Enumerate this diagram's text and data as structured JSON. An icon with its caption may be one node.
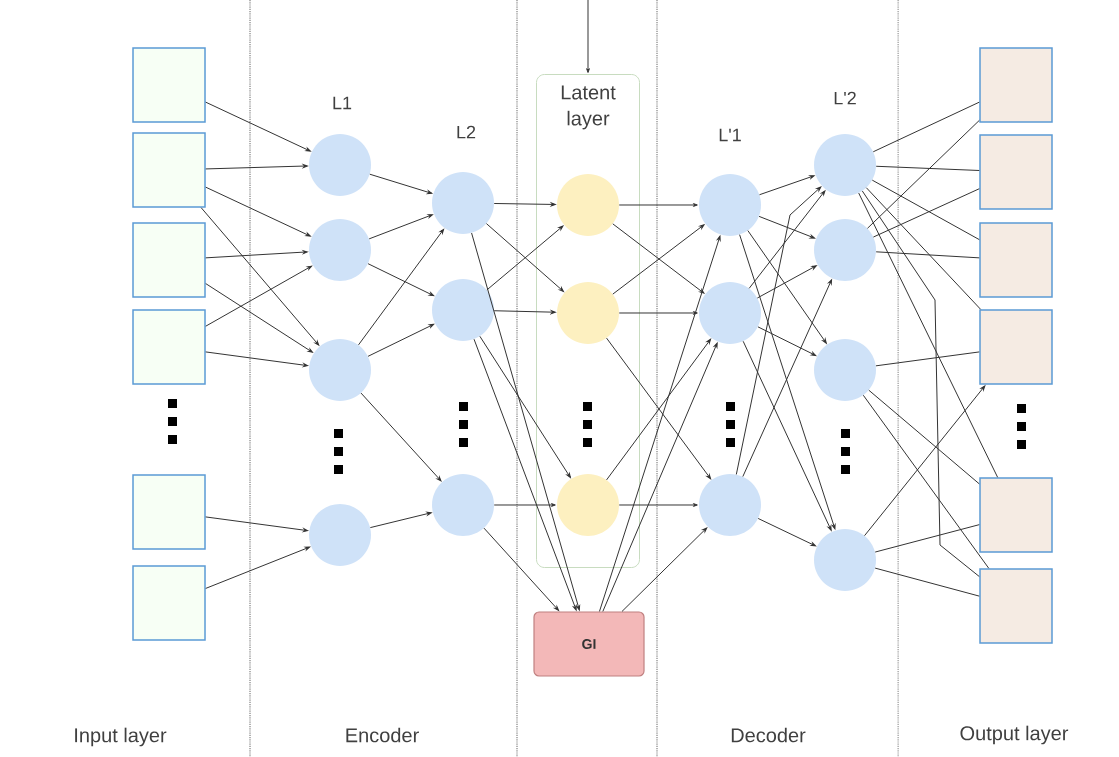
{
  "diagram": {
    "nodes": [
      {
        "text": [],
        "shape": "box"
      },
      {
        "text": [],
        "shape": "box"
      },
      {
        "text": [],
        "shape": "box"
      },
      {
        "text": [],
        "shape": "box"
      },
      {
        "text": [],
        "shape": "box"
      },
      {
        "text": [],
        "shape": "box"
      },
      {
        "text": [],
        "shape": "circle"
      },
      {
        "text": [],
        "shape": "circle"
      },
      {
        "text": [],
        "shape": "circle"
      },
      {
        "text": [],
        "shape": "circle"
      },
      {
        "text": [],
        "shape": "circle"
      },
      {
        "text": [],
        "shape": "circle"
      },
      {
        "text": [],
        "shape": "circle"
      },
      {
        "text": [
          "Latent layer"
        ]
      },
      {
        "text": [],
        "shape": "circle",
        "in": 13
      },
      {
        "text": [],
        "shape": "circle",
        "in": 13
      },
      {
        "text": [],
        "shape": "circle",
        "in": 13
      },
      {
        "text": [
          "GI"
        ]
      },
      {
        "text": [],
        "shape": "circle"
      },
      {
        "text": [],
        "shape": "circle"
      },
      {
        "text": [],
        "shape": "circle"
      },
      {
        "text": [],
        "shape": "circle"
      },
      {
        "text": [],
        "shape": "circle"
      },
      {
        "text": [],
        "shape": "circle"
      },
      {
        "text": [],
        "shape": "circle"
      },
      {
        "text": [],
        "shape": "box"
      },
      {
        "text": [],
        "shape": "box"
      },
      {
        "text": [],
        "shape": "box"
      },
      {
        "text": [],
        "shape": "box"
      },
      {
        "text": [],
        "shape": "box"
      },
      {
        "text": [],
        "shape": "box"
      }
    ],
    "edges": [
      {
        "from": 0,
        "to": 6,
        "arrow": "to"
      },
      {
        "from": 1,
        "to": 6,
        "arrow": "to"
      },
      {
        "from": 1,
        "to": 7,
        "arrow": "to"
      },
      {
        "from": 1,
        "to": 8,
        "arrow": "to"
      },
      {
        "from": 2,
        "to": 7,
        "arrow": "to"
      },
      {
        "from": 2,
        "to": 8,
        "arrow": "to"
      },
      {
        "from": 3,
        "to": 7,
        "arrow": "to"
      },
      {
        "from": 3,
        "to": 8,
        "arrow": "to"
      },
      {
        "from": 4,
        "to": 9,
        "arrow": "to"
      },
      {
        "from": 5,
        "to": 9,
        "arrow": "to"
      },
      {
        "from": 6,
        "to": 10,
        "arrow": "to"
      },
      {
        "from": 7,
        "to": 10,
        "arrow": "to"
      },
      {
        "from": 7,
        "to": 11,
        "arrow": "to"
      },
      {
        "from": 8,
        "to": 10,
        "arrow": "to"
      },
      {
        "from": 8,
        "to": 11,
        "arrow": "to"
      },
      {
        "from": 8,
        "to": 12,
        "arrow": "to"
      },
      {
        "from": 9,
        "to": 12,
        "arrow": "to"
      },
      {
        "from": 10,
        "to": 14,
        "arrow": "to"
      },
      {
        "from": 10,
        "to": 15,
        "arrow": "to"
      },
      {
        "from": 11,
        "to": 14,
        "arrow": "to"
      },
      {
        "from": 11,
        "to": 15,
        "arrow": "to"
      },
      {
        "from": 11,
        "to": 16,
        "arrow": "to"
      },
      {
        "from": 12,
        "to": 16,
        "arrow": "to"
      },
      {
        "from": 10,
        "to": 17,
        "arrow": "to"
      },
      {
        "from": 11,
        "to": 17,
        "arrow": "to"
      },
      {
        "from": 12,
        "to": 17,
        "arrow": "to"
      },
      {
        "from": 14,
        "to": 18,
        "arrow": "to"
      },
      {
        "from": 14,
        "to": 19,
        "arrow": "to"
      },
      {
        "from": 15,
        "to": 18,
        "arrow": "to"
      },
      {
        "from": 15,
        "to": 19,
        "arrow": "to"
      },
      {
        "from": 15,
        "to": 20,
        "arrow": "to"
      },
      {
        "from": 16,
        "to": 19,
        "arrow": "to"
      },
      {
        "from": 16,
        "to": 20,
        "arrow": "to"
      },
      {
        "from": 17,
        "to": 18,
        "arrow": "to"
      },
      {
        "from": 17,
        "to": 19,
        "arrow": "to"
      },
      {
        "from": 17,
        "to": 20,
        "arrow": "to"
      },
      {
        "from": 18,
        "to": 21,
        "arrow": "to"
      },
      {
        "from": 18,
        "to": 22,
        "arrow": "to"
      },
      {
        "from": 18,
        "to": 23,
        "arrow": "to"
      },
      {
        "from": 18,
        "to": 24,
        "arrow": "to"
      },
      {
        "from": 19,
        "to": 21,
        "arrow": "to"
      },
      {
        "from": 19,
        "to": 22,
        "arrow": "to"
      },
      {
        "from": 19,
        "to": 23,
        "arrow": "to"
      },
      {
        "from": 19,
        "to": 24,
        "arrow": "to"
      },
      {
        "from": 20,
        "to": 21,
        "arrow": "to"
      },
      {
        "from": 20,
        "to": 22,
        "arrow": "to"
      },
      {
        "from": 20,
        "to": 24,
        "arrow": "to"
      },
      {
        "from": 21,
        "to": 25,
        "arrow": "none"
      },
      {
        "from": 21,
        "to": 26,
        "arrow": "none"
      },
      {
        "from": 21,
        "to": 27,
        "arrow": "none"
      },
      {
        "from": 21,
        "to": 28,
        "arrow": "none"
      },
      {
        "from": 21,
        "to": 29,
        "arrow": "none"
      },
      {
        "from": 21,
        "to": 30,
        "arrow": "none"
      },
      {
        "from": 22,
        "to": 25,
        "arrow": "none"
      },
      {
        "from": 22,
        "to": 26,
        "arrow": "none"
      },
      {
        "from": 22,
        "to": 27,
        "arrow": "none"
      },
      {
        "from": 23,
        "to": 28,
        "arrow": "none"
      },
      {
        "from": 23,
        "to": 29,
        "arrow": "none"
      },
      {
        "from": 23,
        "to": 30,
        "arrow": "none"
      },
      {
        "from": 24,
        "to": 28,
        "arrow": "to"
      },
      {
        "from": 24,
        "to": 29,
        "arrow": "none"
      },
      {
        "from": 24,
        "to": 30,
        "arrow": "none"
      },
      {
        "from": null,
        "to": 13,
        "arrow": "to"
      }
    ],
    "labels": [
      "L1",
      "L2",
      "L'1",
      "L'2",
      "Input layer",
      "Encoder",
      "Decoder",
      "Output layer"
    ]
  }
}
